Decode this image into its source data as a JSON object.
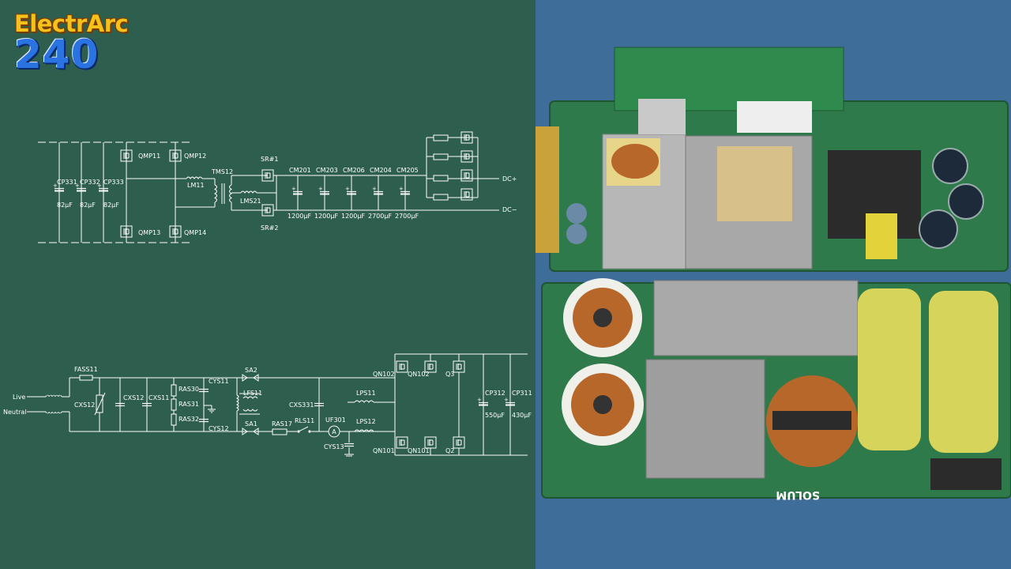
{
  "logo": {
    "line1": "ElectrArc",
    "line2": "240"
  },
  "colors": {
    "schematic_bg": "#2e5e4e",
    "wire": "#ffffff",
    "photo_bg": "#3f6d9a",
    "logo_yellow": "#f5c21b",
    "logo_blue": "#2a73e0"
  },
  "dc_stage": {
    "input_caps": [
      {
        "ref": "CP331",
        "value": "82µF"
      },
      {
        "ref": "CP332",
        "value": "82µF"
      },
      {
        "ref": "CP333",
        "value": "82µF"
      }
    ],
    "bridge": {
      "q_top_left": "QMP11",
      "q_top_right": "QMP12",
      "q_bot_left": "QMP13",
      "q_bot_right": "QMP14"
    },
    "resonant_inductor": "LM11",
    "transformer": "TMS12",
    "output_inductor": "LMS21",
    "sync_rect": {
      "top": "SR#1",
      "bottom": "SR#2"
    },
    "output_caps": [
      {
        "ref": "CM201",
        "value": "1200µF"
      },
      {
        "ref": "CM203",
        "value": "1200µF"
      },
      {
        "ref": "CM206",
        "value": "1200µF"
      },
      {
        "ref": "CM204",
        "value": "2700µF"
      },
      {
        "ref": "CM205",
        "value": "2700µF"
      }
    ],
    "out_pos": "DC+",
    "out_neg": "DC−"
  },
  "ac_stage": {
    "live": "Live",
    "neutral": "Neutral",
    "fuse": "FASS11",
    "caps": {
      "cxs12_a": "CXS12",
      "cxs12_b": "CXS12",
      "cxs11": "CXS11",
      "cys11": "CYS11",
      "cys12": "CYS12",
      "cxs331": "CXS331",
      "cys13": "CYS13"
    },
    "resistors": {
      "ras30": "RAS30",
      "ras31": "RAS31",
      "ras32": "RAS32",
      "ras17": "RAS17"
    },
    "surge": {
      "sa2": "SA2",
      "sa1": "SA1"
    },
    "chokes": {
      "lfs11": "LFS11",
      "lps11": "LPS11",
      "lps12": "LPS12"
    },
    "relay": "RLS11",
    "current_sensor": "UF301",
    "meter_symbol": "A",
    "mosfets": {
      "qn102a": "QN102",
      "qn102b": "QN102",
      "q3": "Q3",
      "qn101a": "QN101",
      "qn101b": "QN101",
      "q2": "Q2"
    },
    "bulk_caps": [
      {
        "ref": "CP312",
        "value": "550µF"
      },
      {
        "ref": "CP311",
        "value": "430µF"
      }
    ]
  },
  "photo": {
    "board_marking": "SOLUM"
  }
}
